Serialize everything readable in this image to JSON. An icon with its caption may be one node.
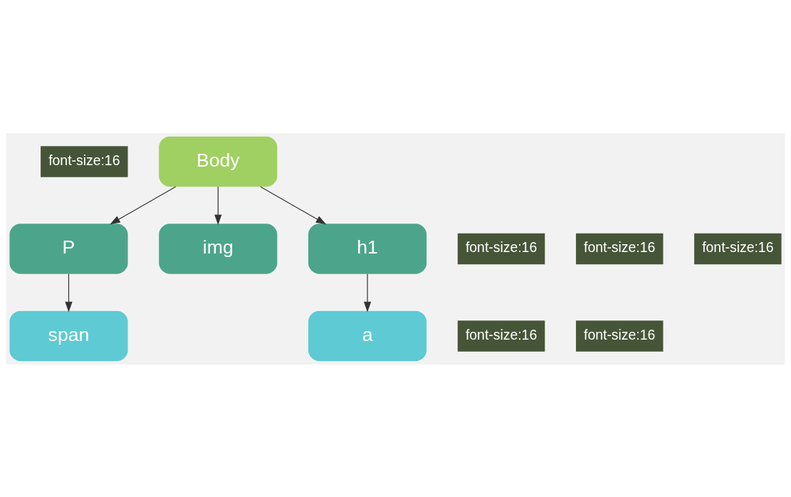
{
  "diagram": {
    "nodes": [
      {
        "text": [
          "font-size:16"
        ]
      },
      {
        "text": [
          "Body"
        ]
      },
      {
        "text": [
          "font-size:16"
        ]
      },
      {
        "text": [
          "font-size:16"
        ]
      },
      {
        "text": [
          "font-size:16"
        ]
      },
      {
        "text": [
          "P"
        ]
      },
      {
        "text": [
          "img"
        ]
      },
      {
        "text": [
          "h1"
        ]
      },
      {
        "text": [
          "font-size:16"
        ]
      },
      {
        "text": [
          "font-size:16"
        ]
      },
      {
        "text": [
          "span"
        ]
      },
      {
        "text": [
          "a"
        ]
      }
    ],
    "edges": [
      {
        "from": 1,
        "to": 5,
        "arrow": "to"
      },
      {
        "from": 1,
        "to": 6,
        "arrow": "to"
      },
      {
        "from": 1,
        "to": 7,
        "arrow": "to"
      },
      {
        "from": 5,
        "to": 10,
        "arrow": "to"
      },
      {
        "from": 7,
        "to": 11,
        "arrow": "to"
      }
    ]
  }
}
